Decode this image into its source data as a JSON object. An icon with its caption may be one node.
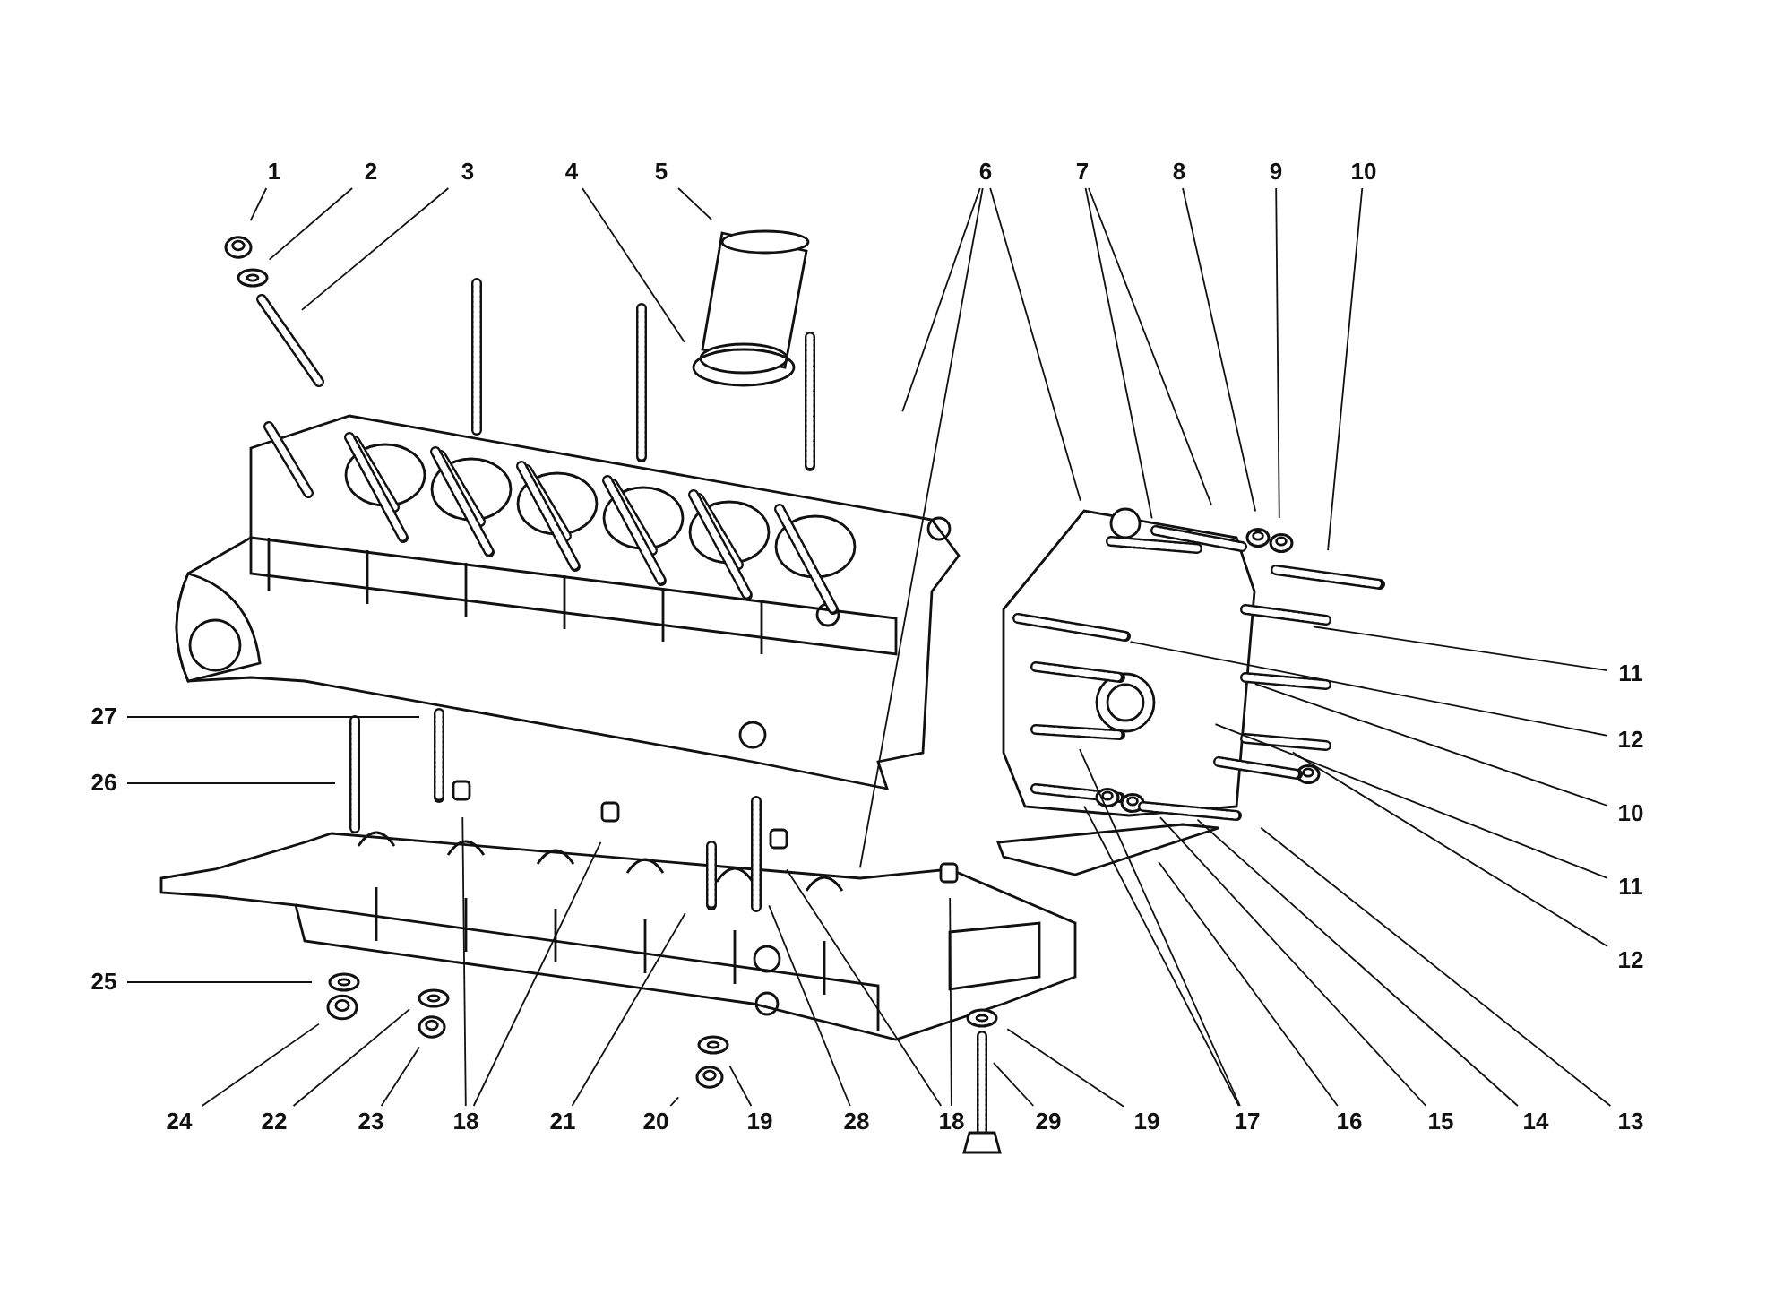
{
  "diagram": {
    "nodes": [
      {
        "text": [
          "1"
        ]
      },
      {
        "text": [
          "2"
        ]
      },
      {
        "text": [
          "3"
        ]
      },
      {
        "text": [
          "4"
        ]
      },
      {
        "text": [
          "5"
        ]
      },
      {
        "text": [
          "6"
        ]
      },
      {
        "text": [
          "7"
        ]
      },
      {
        "text": [
          "8"
        ]
      },
      {
        "text": [
          "9"
        ]
      },
      {
        "text": [
          "10"
        ]
      },
      {
        "text": [
          "11"
        ]
      },
      {
        "text": [
          "12"
        ]
      },
      {
        "text": [
          "10"
        ]
      },
      {
        "text": [
          "11"
        ]
      },
      {
        "text": [
          "12"
        ]
      },
      {
        "text": [
          "27"
        ]
      },
      {
        "text": [
          "26"
        ]
      },
      {
        "text": [
          "25"
        ]
      },
      {
        "text": [
          "24"
        ]
      },
      {
        "text": [
          "22"
        ]
      },
      {
        "text": [
          "23"
        ]
      },
      {
        "text": [
          "18"
        ]
      },
      {
        "text": [
          "21"
        ]
      },
      {
        "text": [
          "20"
        ]
      },
      {
        "text": [
          "19"
        ]
      },
      {
        "text": [
          "28"
        ]
      },
      {
        "text": [
          "18"
        ]
      },
      {
        "text": [
          "29"
        ]
      },
      {
        "text": [
          "19"
        ]
      },
      {
        "text": [
          "17"
        ]
      },
      {
        "text": [
          "16"
        ]
      },
      {
        "text": [
          "15"
        ]
      },
      {
        "text": [
          "14"
        ]
      },
      {
        "text": [
          "13"
        ]
      }
    ],
    "edges": [
      {
        "from": 0,
        "to": null,
        "arrow": "none"
      },
      {
        "from": 1,
        "to": null,
        "arrow": "none"
      },
      {
        "from": 2,
        "to": null,
        "arrow": "none"
      },
      {
        "from": 3,
        "to": null,
        "arrow": "none"
      },
      {
        "from": 4,
        "to": null,
        "arrow": "none"
      },
      {
        "from": 5,
        "to": null,
        "arrow": "none"
      },
      {
        "from": 5,
        "to": null,
        "arrow": "none"
      },
      {
        "from": 5,
        "to": null,
        "arrow": "none"
      },
      {
        "from": 6,
        "to": null,
        "arrow": "none"
      },
      {
        "from": 6,
        "to": null,
        "arrow": "none"
      },
      {
        "from": 7,
        "to": null,
        "arrow": "none"
      },
      {
        "from": 8,
        "to": null,
        "arrow": "none"
      },
      {
        "from": 9,
        "to": null,
        "arrow": "none"
      },
      {
        "from": 10,
        "to": null,
        "arrow": "none"
      },
      {
        "from": 11,
        "to": null,
        "arrow": "none"
      },
      {
        "from": 12,
        "to": null,
        "arrow": "none"
      },
      {
        "from": 13,
        "to": null,
        "arrow": "none"
      },
      {
        "from": 14,
        "to": null,
        "arrow": "none"
      },
      {
        "from": 15,
        "to": null,
        "arrow": "none"
      },
      {
        "from": 16,
        "to": null,
        "arrow": "none"
      },
      {
        "from": 17,
        "to": null,
        "arrow": "none"
      },
      {
        "from": 18,
        "to": null,
        "arrow": "none"
      },
      {
        "from": 19,
        "to": null,
        "arrow": "none"
      },
      {
        "from": 20,
        "to": null,
        "arrow": "none"
      },
      {
        "from": 21,
        "to": null,
        "arrow": "none"
      },
      {
        "from": 21,
        "to": null,
        "arrow": "none"
      },
      {
        "from": 22,
        "to": null,
        "arrow": "none"
      },
      {
        "from": 23,
        "to": null,
        "arrow": "none"
      },
      {
        "from": 24,
        "to": null,
        "arrow": "none"
      },
      {
        "from": 25,
        "to": null,
        "arrow": "none"
      },
      {
        "from": 26,
        "to": null,
        "arrow": "none"
      },
      {
        "from": 26,
        "to": null,
        "arrow": "none"
      },
      {
        "from": 27,
        "to": null,
        "arrow": "none"
      },
      {
        "from": 28,
        "to": null,
        "arrow": "none"
      },
      {
        "from": 29,
        "to": null,
        "arrow": "none"
      },
      {
        "from": 29,
        "to": null,
        "arrow": "none"
      },
      {
        "from": 30,
        "to": null,
        "arrow": "none"
      },
      {
        "from": 31,
        "to": null,
        "arrow": "none"
      },
      {
        "from": 32,
        "to": null,
        "arrow": "none"
      },
      {
        "from": 33,
        "to": null,
        "arrow": "none"
      }
    ]
  }
}
